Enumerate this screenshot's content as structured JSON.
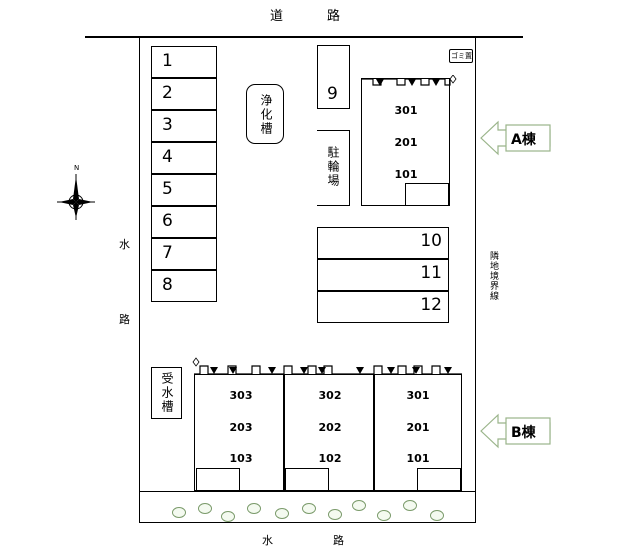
{
  "road": {
    "top": "道　　路",
    "bottom_left": "水",
    "bottom_right": "路"
  },
  "waterway": {
    "left_top": "水",
    "left_bottom": "路"
  },
  "boundary": "隣地境界線",
  "compass": {
    "north": "N"
  },
  "parking_left": [
    "1",
    "2",
    "3",
    "4",
    "5",
    "6",
    "7",
    "8"
  ],
  "parking_right": [
    "10",
    "11",
    "12"
  ],
  "parking_9": "9",
  "septic_tank": "浄化槽",
  "bike_parking": "駐輪場",
  "water_tank": "受水槽",
  "garbage": "ゴミ置",
  "building_a": {
    "label": "A棟",
    "rooms": [
      "301",
      "201",
      "101"
    ]
  },
  "building_b": {
    "label": "B棟",
    "columns": [
      {
        "rooms": [
          "303",
          "203",
          "103"
        ]
      },
      {
        "rooms": [
          "302",
          "202",
          "102"
        ]
      },
      {
        "rooms": [
          "301",
          "201",
          "101"
        ]
      }
    ]
  }
}
